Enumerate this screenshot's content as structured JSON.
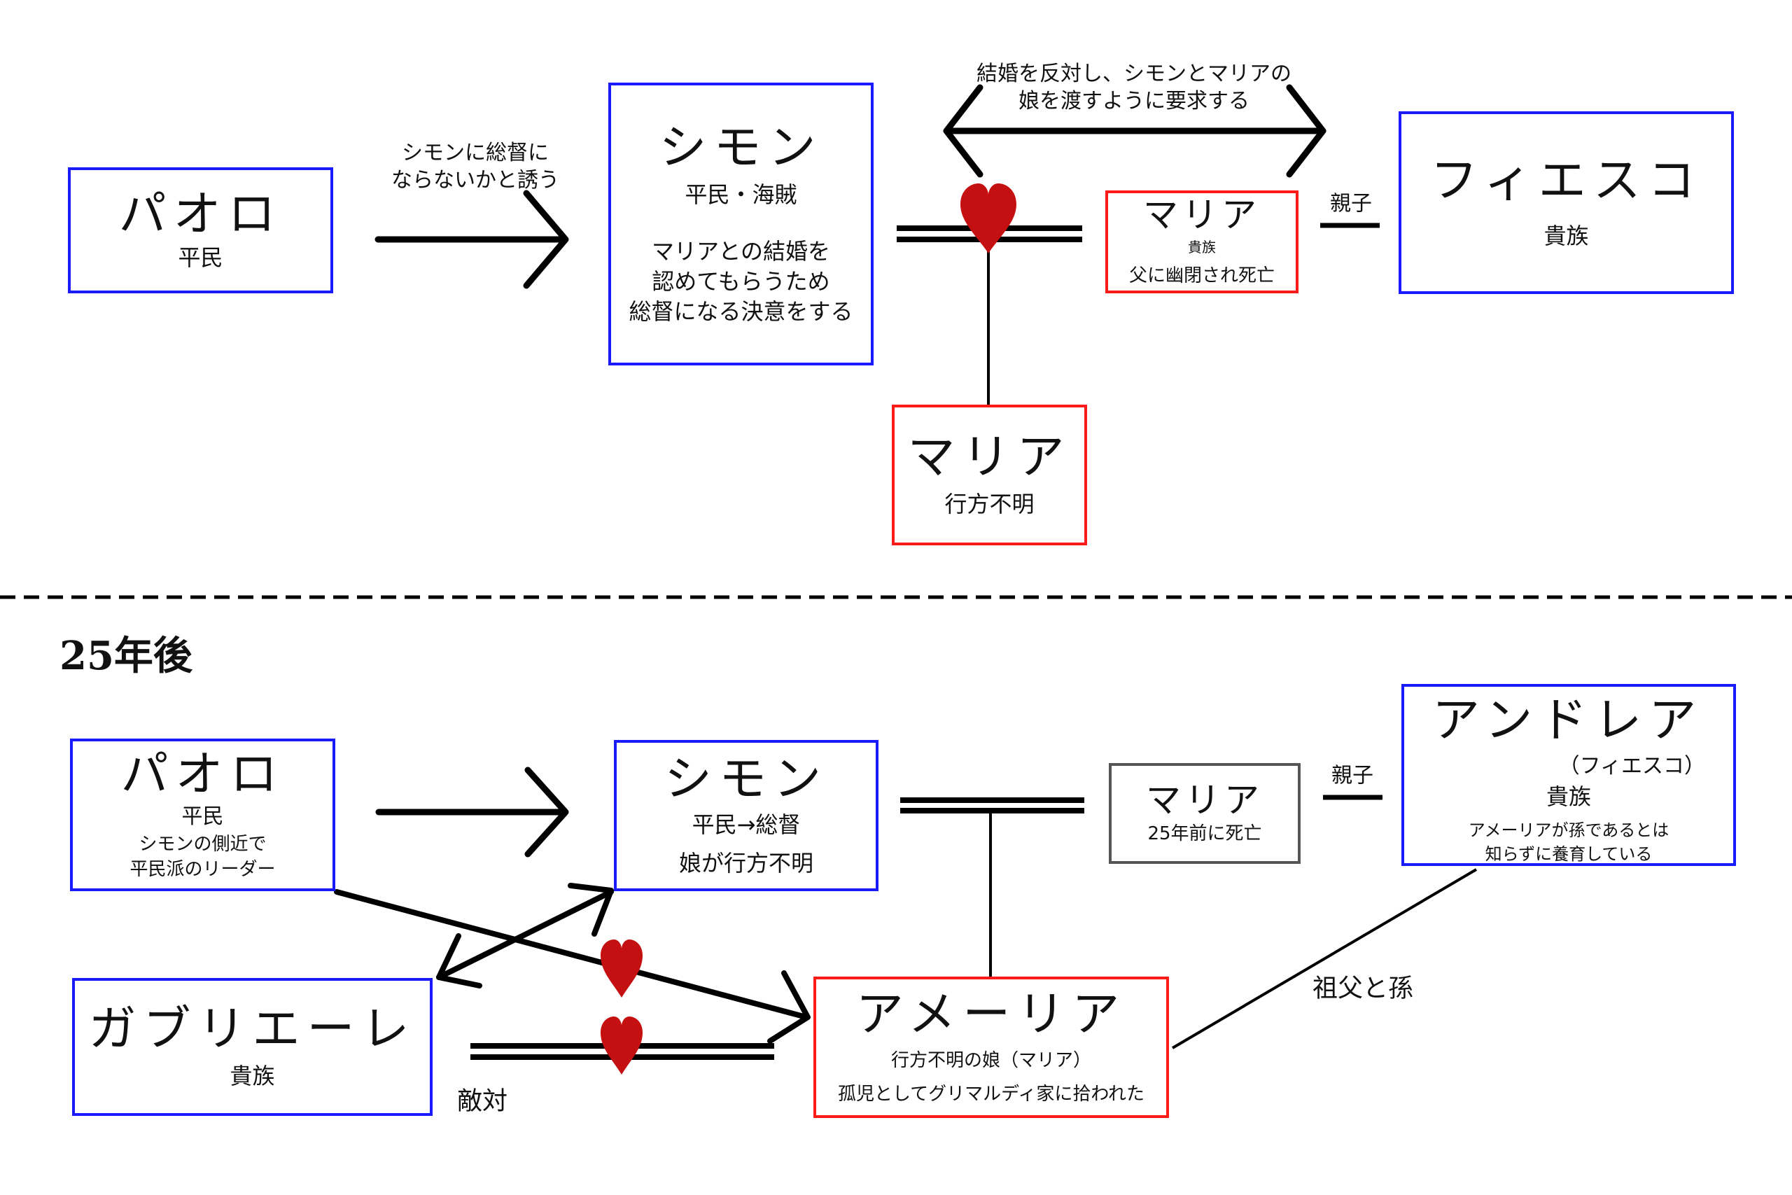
{
  "top": {
    "paolo": {
      "name": "パオロ",
      "lines": [
        "平民"
      ]
    },
    "paolo_to_simon_label": "シモンに総督に\nならないかと誘う",
    "simon": {
      "name": "シモン",
      "status": "平民・海賊",
      "lines": [
        "マリアとの結婚を",
        "認めてもらうため",
        "総督になる決意をする"
      ]
    },
    "fiesco_dispute_label": "結婚を反対し、シモンとマリアの\n娘を渡すように要求する",
    "maria": {
      "name": "マリア",
      "status": "貴族",
      "note": "父に幽閉され死亡"
    },
    "parent_child_label": "親子",
    "fiesco": {
      "name": "フィエスコ",
      "status": "貴族"
    },
    "daughter": {
      "name": "マリア",
      "status": "行方不明"
    }
  },
  "divider_heading": "25年後",
  "bottom": {
    "paolo": {
      "name": "パオロ",
      "lines": [
        "平民",
        "シモンの側近で",
        "平民派のリーダー"
      ]
    },
    "simon": {
      "name": "シモン",
      "status": "平民→総督",
      "note": "娘が行方不明"
    },
    "maria": {
      "name": "マリア",
      "note": "25年前に死亡"
    },
    "parent_child_label": "親子",
    "andrea": {
      "name": "アンドレア",
      "alias": "（フィエスコ）",
      "status": "貴族",
      "lines": [
        "アメーリアが孫であるとは",
        "知らずに養育している"
      ]
    },
    "gabriele": {
      "name": "ガブリエーレ",
      "status": "貴族"
    },
    "amelia": {
      "name": "アメーリア",
      "lines": [
        "行方不明の娘（マリア）",
        "孤児としてグリマルディ家に拾われた"
      ]
    },
    "rivalry_label": "敵対",
    "grandparent_label": "祖父と孫"
  },
  "colors": {
    "noble_or_male_border": "#1a1aff",
    "female_border": "#ff1a1a",
    "deceased_border": "#555555",
    "heart": "#c41010"
  }
}
